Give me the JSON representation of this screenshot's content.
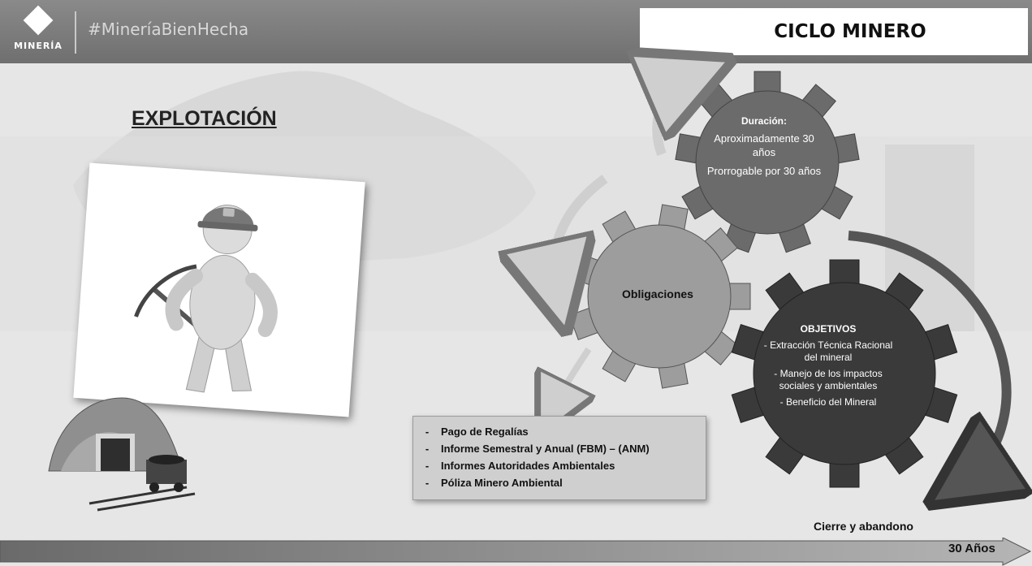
{
  "header": {
    "logo_text": "MINERÍA",
    "hashtag": "#MineríaBienHecha",
    "title": "CICLO MINERO"
  },
  "section_title": "EXPLOTACIÓN",
  "gears": {
    "duration": {
      "heading": "Duración:",
      "line1": "Aproximadamente 30 años",
      "line2": "Prorrogable por 30 años"
    },
    "obligations": {
      "label": "Obligaciones"
    },
    "objectives": {
      "heading": "OBJETIVOS",
      "line1": "- Extracción Técnica Racional del mineral",
      "line2": "- Manejo de los impactos sociales y ambientales",
      "line3": "- Beneficio del Mineral"
    }
  },
  "obligations_list": [
    "Pago de Regalías",
    "Informe Semestral y Anual (FBM) – (ANM)",
    "Informes Autoridades Ambientales",
    "Póliza Minero Ambiental"
  ],
  "timeline": {
    "end_label": "Cierre y abandono",
    "duration_label": "30 Años"
  },
  "colors": {
    "gear_dark": "#3a3a3a",
    "gear_mid": "#6b6b6b",
    "gear_light": "#9d9d9d",
    "header": "#7d7d7d"
  }
}
